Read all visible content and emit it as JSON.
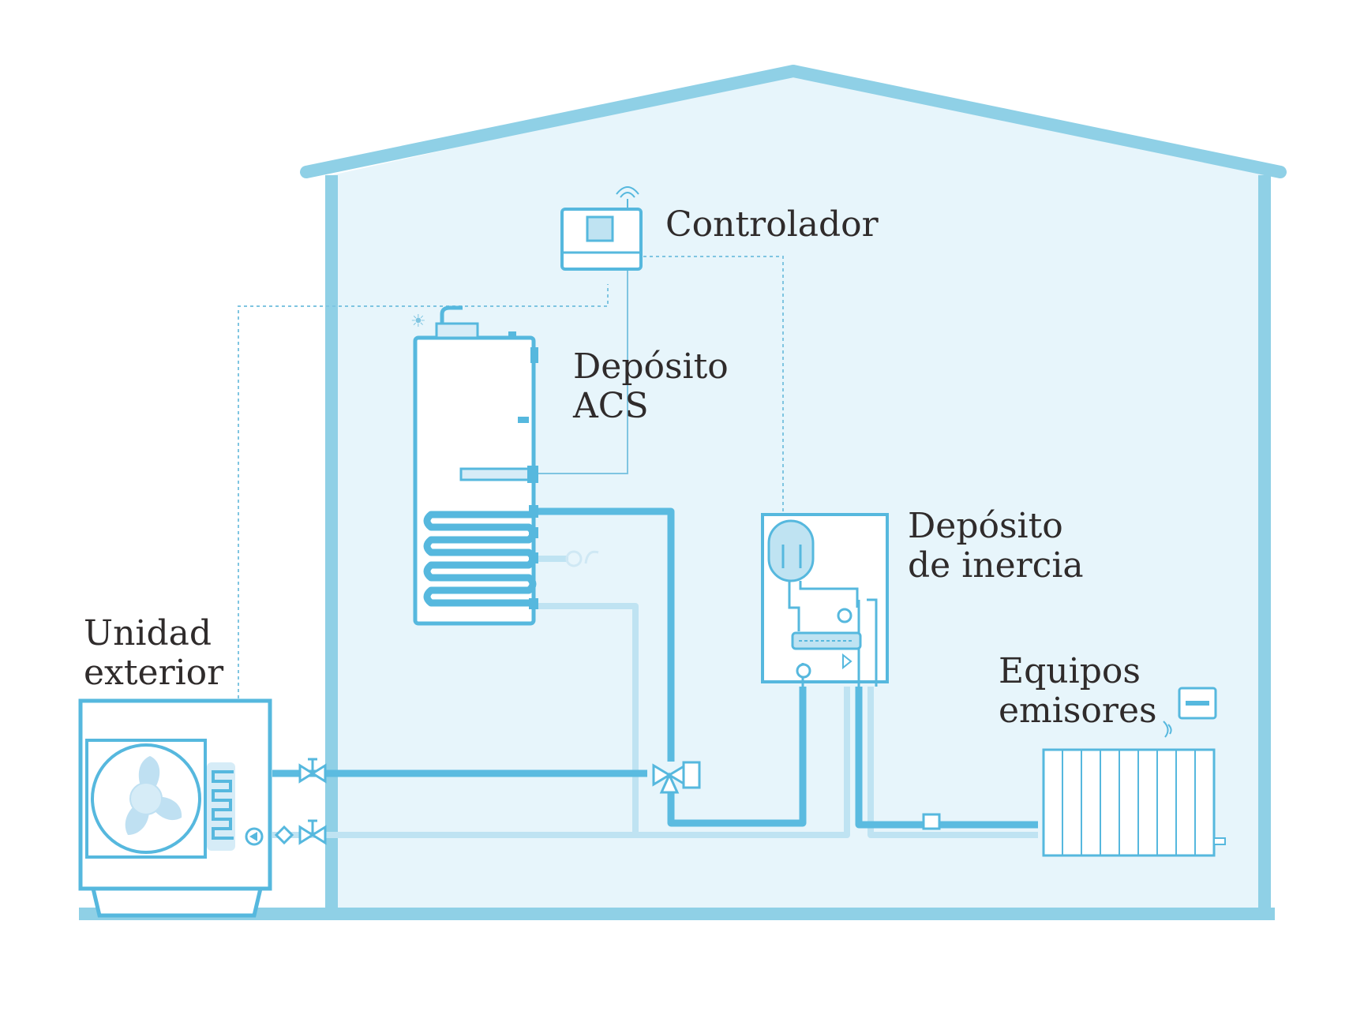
{
  "labels": {
    "controller": "Controlador",
    "dhw_tank_line1": "Depósito",
    "dhw_tank_line2": "ACS",
    "outdoor_unit_line1": "Unidad",
    "outdoor_unit_line2": "exterior",
    "buffer_tank_line1": "Depósito",
    "buffer_tank_line2": "de inercia",
    "emitters_line1": "Equipos",
    "emitters_line2": "emisores"
  },
  "colors": {
    "house_fill": "#e7f5fb",
    "house_outline": "#8fd0e6",
    "pipe_supply": "#5bbbe0",
    "pipe_return": "#bfe3f2",
    "equipment_outline": "#56b8de",
    "signal_line": "#7fc5e1",
    "label_text": "#2f2b2b"
  }
}
